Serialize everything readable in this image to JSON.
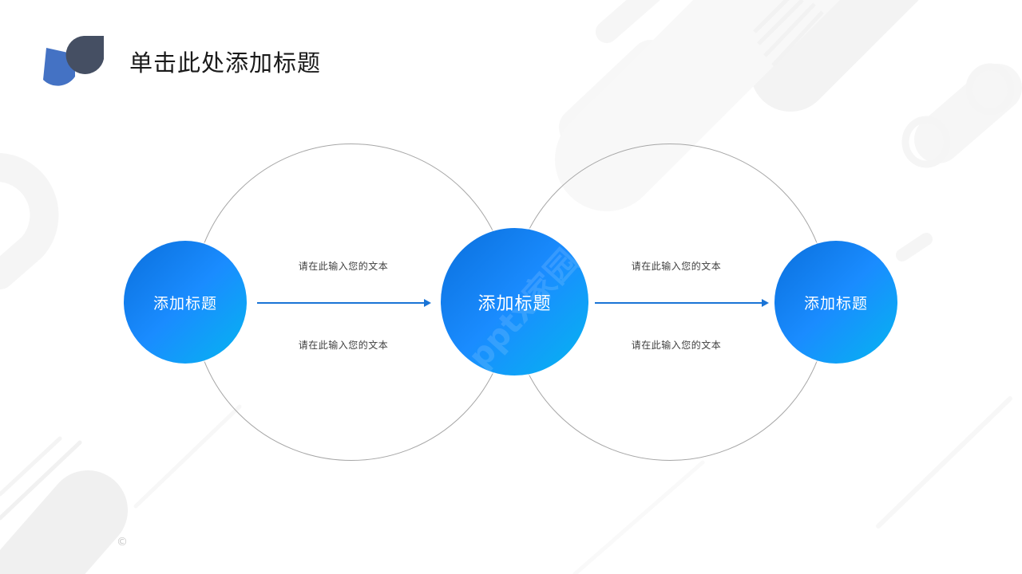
{
  "header": {
    "title": "单击此处添加标题",
    "logo_icon": "droplet-logo-icon"
  },
  "diagram": {
    "nodes": [
      {
        "label": "添加标题"
      },
      {
        "label": "添加标题"
      },
      {
        "label": "添加标题"
      }
    ],
    "connectors": [
      {
        "top_text": "请在此输入您的文本",
        "bottom_text": "请在此输入您的文本"
      },
      {
        "top_text": "请在此输入您的文本",
        "bottom_text": "请在此输入您的文本"
      }
    ]
  },
  "watermark": "pptx家园",
  "footer": {
    "copyright_symbol": "©"
  },
  "colors": {
    "node_gradient_start": "#0a6fdc",
    "node_gradient_mid": "#1a8cff",
    "node_gradient_end": "#05b5f0",
    "arrow": "#1a74d6",
    "ring": "#a6a6a6",
    "logo_dark": "#454f63",
    "logo_blue": "#4472c4"
  }
}
